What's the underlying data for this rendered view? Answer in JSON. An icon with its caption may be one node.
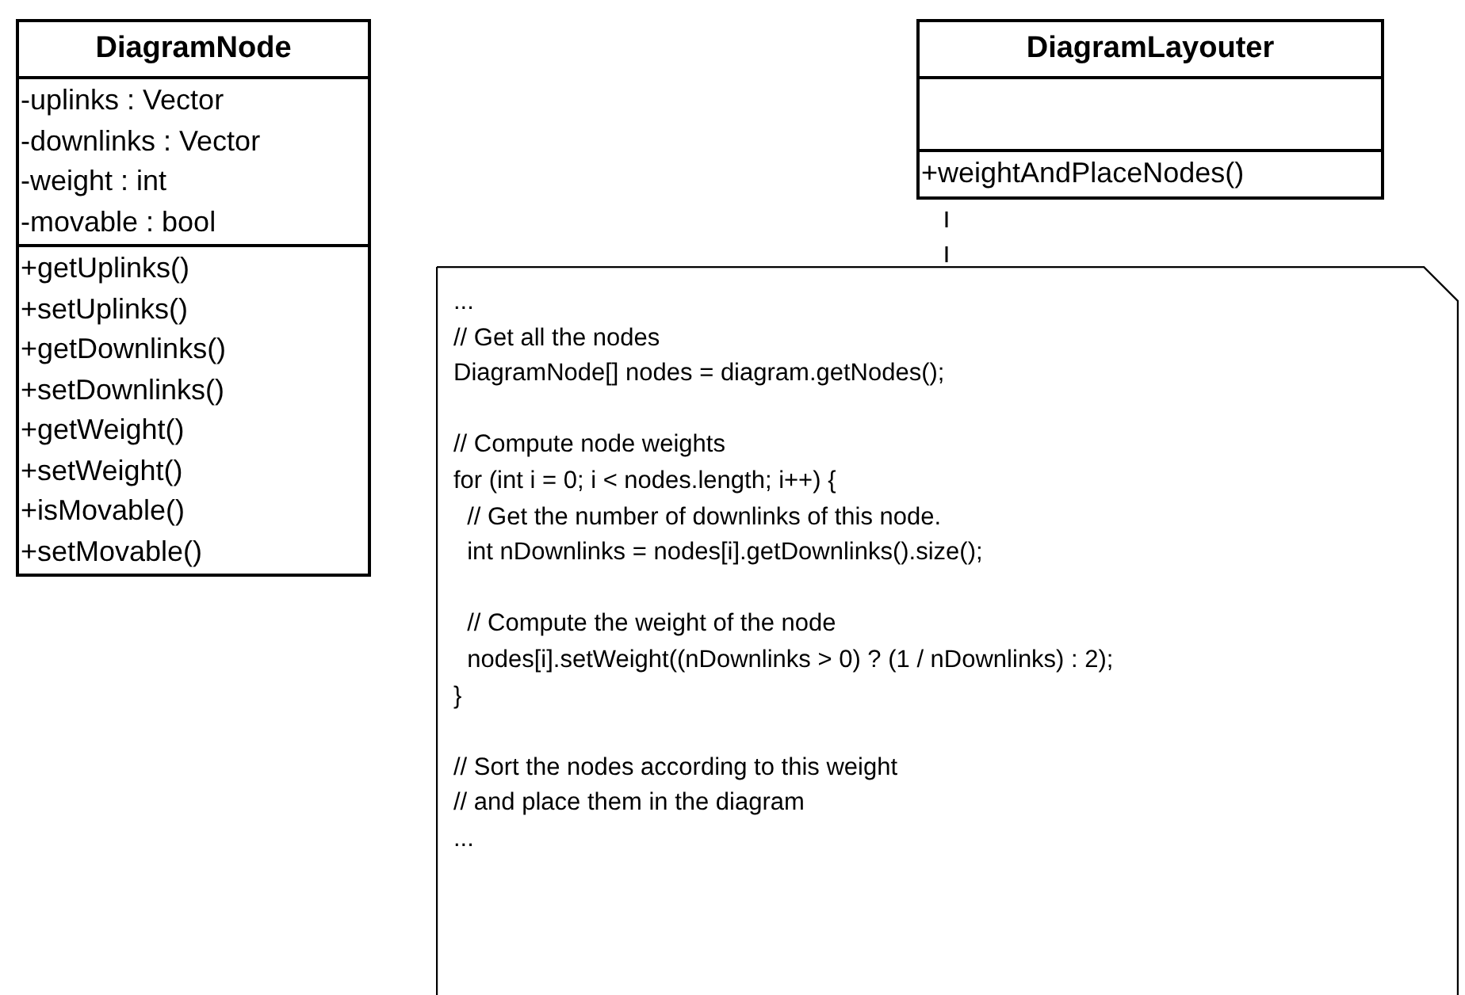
{
  "diagram": {
    "nodes": [
      {
        "text": [
          "DiagramNode",
          "-uplinks : Vector",
          "-downlinks : Vector",
          "-weight : int",
          "-movable : bool",
          "+getUplinks()",
          "+setUplinks()",
          "+getDownlinks()",
          "+setDownlinks()",
          "+getWeight()",
          "+setWeight()",
          "+isMovable()",
          "+setMovable()"
        ]
      },
      {
        "text": [
          "DiagramLayouter",
          "+weightAndPlaceNodes()"
        ]
      },
      {
        "text": [
          "...",
          "// Get all the nodes",
          "DiagramNode[] nodes = diagram.getNodes();",
          "// Compute node weights",
          "for (int i = 0; i < nodes.length; i++) {",
          "  // Get the number of downlinks of this node.",
          "  int nDownlinks = nodes[i].getDownlinks().size();",
          "  // Compute the weight of the node",
          "  nodes[i].setWeight((nDownlinks > 0) ? (1 / nDownlinks) : 2);",
          "}",
          "// Sort the nodes according to this weight",
          "// and place them in the diagram",
          "..."
        ]
      }
    ],
    "edges": [
      {
        "from": 1,
        "to": 2,
        "arrow": "none",
        "style": "dashed"
      }
    ]
  }
}
